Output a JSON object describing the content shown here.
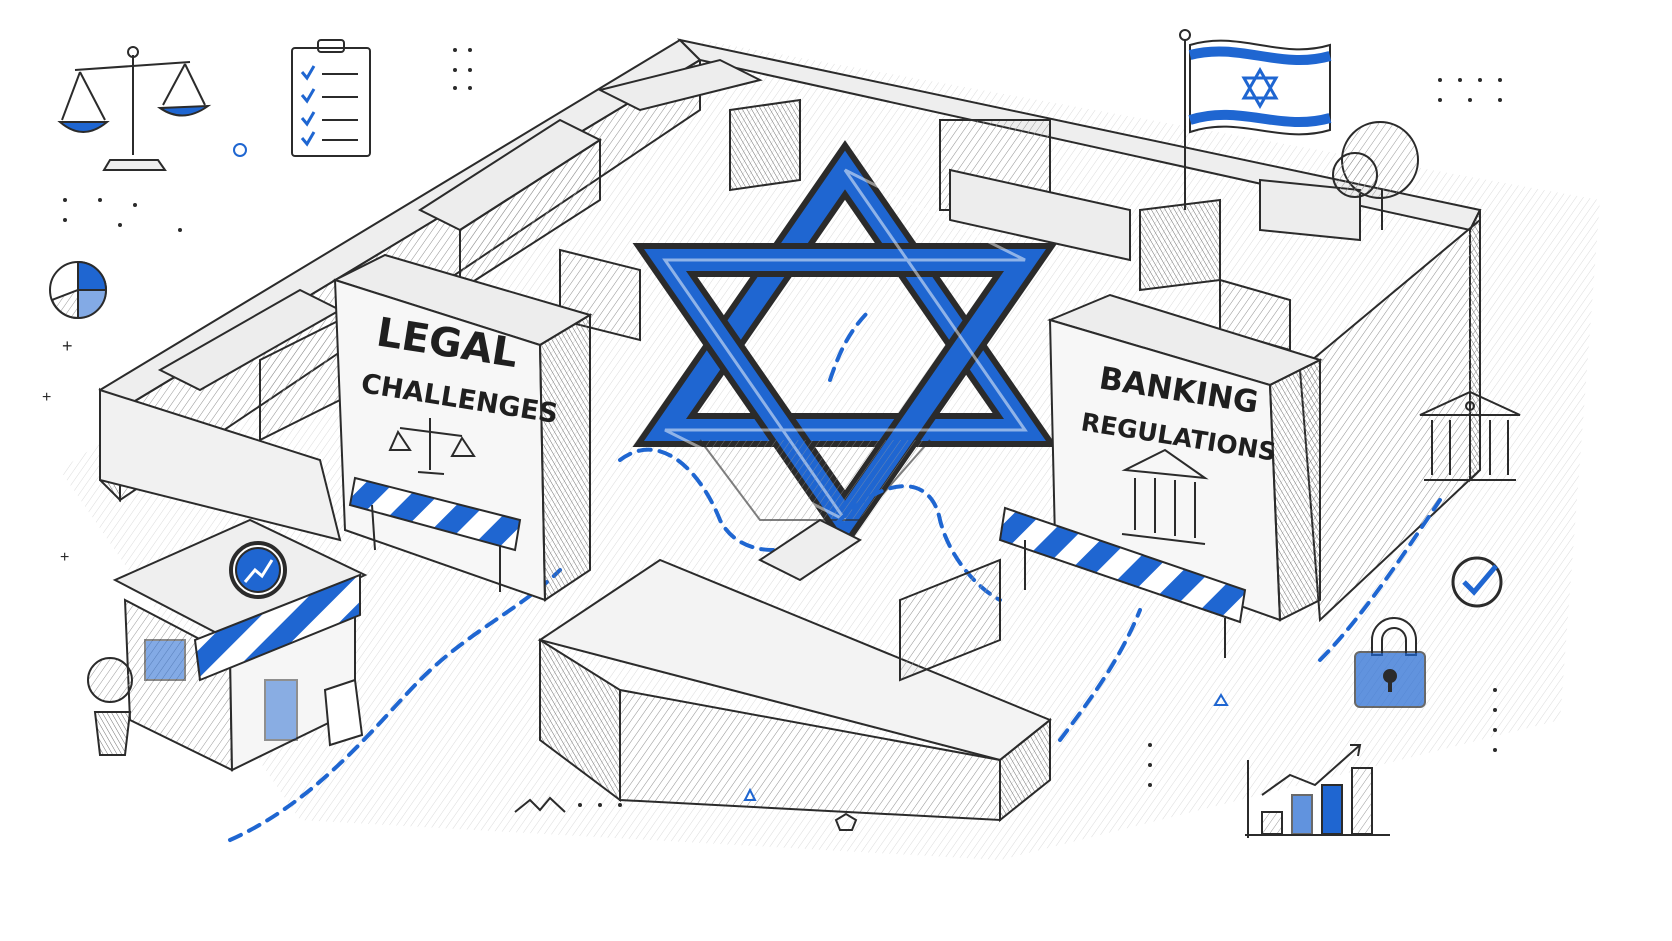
{
  "signs": {
    "legal": {
      "line1": "LEGAL",
      "line2": "CHALLENGES"
    },
    "banking": {
      "line1": "BANKING",
      "line2": "REGULATIONS"
    }
  },
  "colors": {
    "accent_blue": "#1f66d1",
    "ink": "#2b2b2b",
    "paper": "#ffffff",
    "stone": "#f1f1f1",
    "stone_shadow": "#c9c9c9"
  },
  "icons": [
    "scales-of-justice-icon",
    "checklist-clipboard-icon",
    "pie-chart-icon",
    "israel-flag-icon",
    "tree-icon",
    "bank-building-icon",
    "check-circle-icon",
    "padlock-icon",
    "rising-bar-chart-icon",
    "storefront-icon",
    "star-of-david-icon"
  ]
}
